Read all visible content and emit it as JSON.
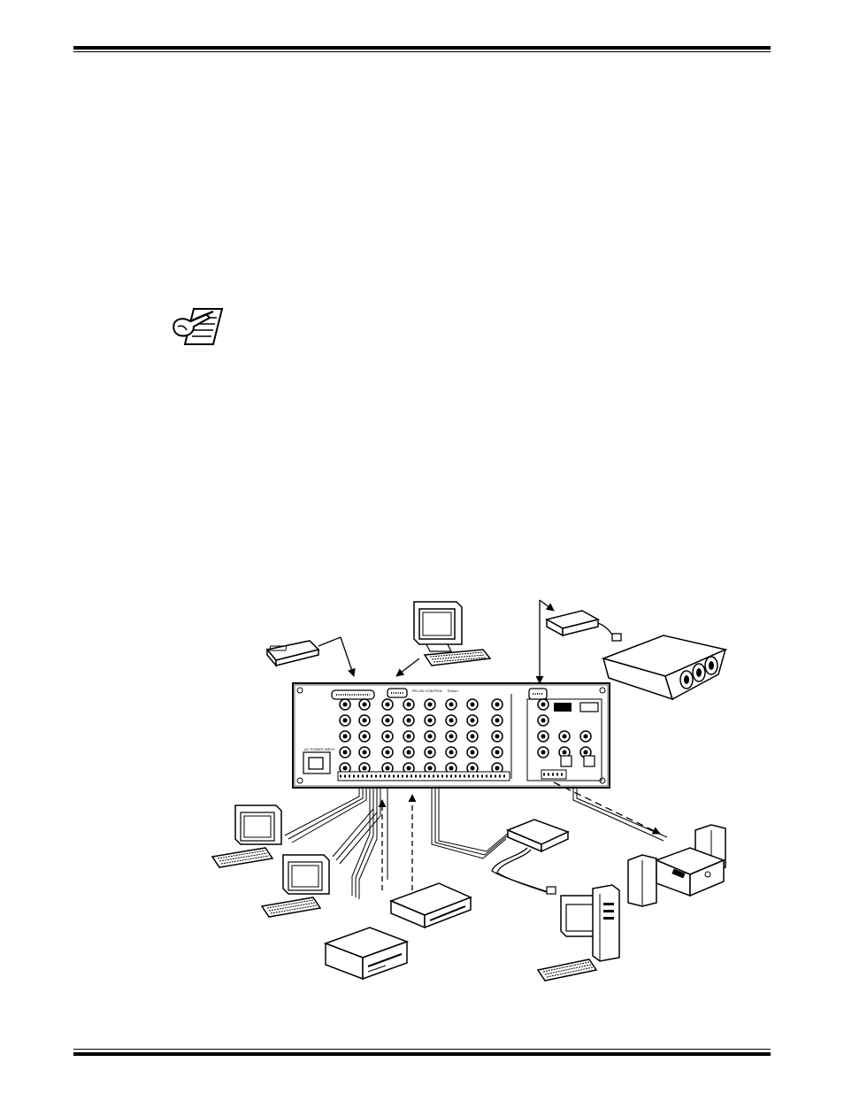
{
  "page": {
    "background": "#ffffff",
    "ink": "#000000"
  },
  "note": {
    "icon": "note-pencil-icon"
  },
  "figure": {
    "panel_labels": {
      "brand": "Extron",
      "rs232": "RS-232 CONTROL",
      "ac_input": "AC POWER INPUT"
    },
    "devices": [
      "control-pad",
      "control-computer",
      "sync-interface",
      "projector",
      "computer-monitor-1",
      "computer-monitor-2",
      "vcr-1",
      "vcr-2",
      "scan-converter",
      "tower-computer",
      "audio-system"
    ]
  }
}
